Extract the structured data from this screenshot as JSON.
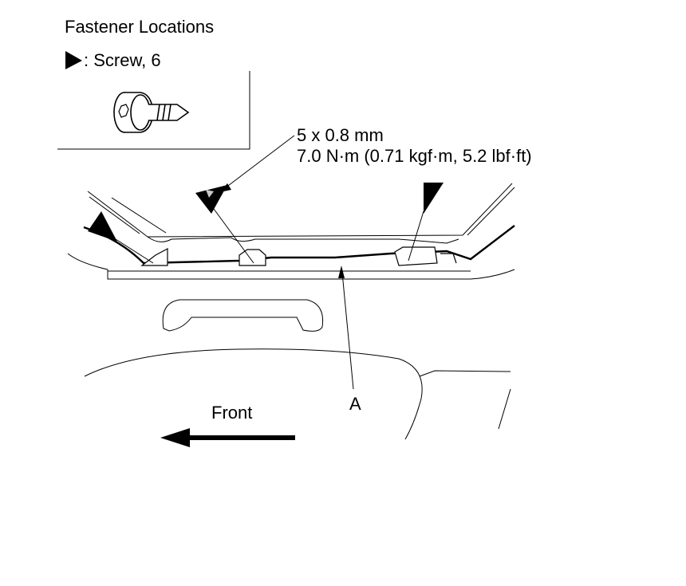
{
  "title": "Fastener Locations",
  "legend": {
    "symbol": "triangle-marker-icon",
    "text": ": Screw, 6"
  },
  "screw_spec": {
    "size": "5 x 0.8 mm",
    "torque": "7.0 N·m (0.71 kgf·m, 5.2 lbf·ft)"
  },
  "part_label": "A",
  "direction_label": "Front",
  "colors": {
    "line": "#000000",
    "background": "#ffffff",
    "arrow_highlight": "#c8c8c8"
  }
}
